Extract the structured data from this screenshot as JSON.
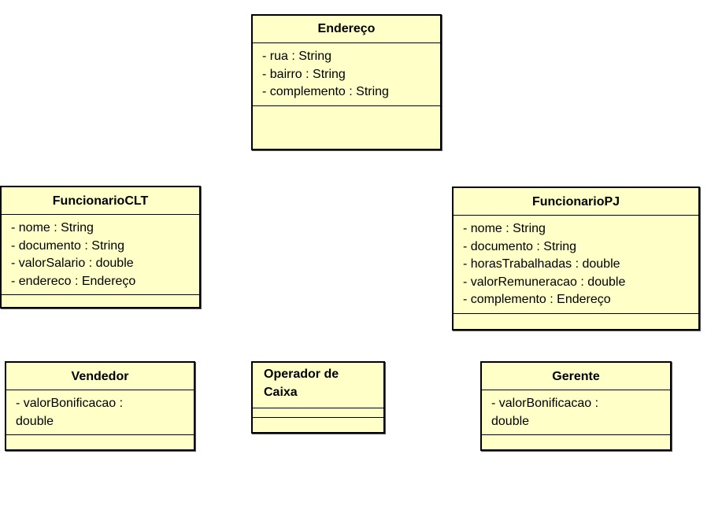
{
  "classes": {
    "endereco": {
      "name": "Endereço",
      "attributes": [
        "- rua : String",
        "- bairro : String",
        "- complemento : String"
      ]
    },
    "funcionario_clt": {
      "name": "FuncionarioCLT",
      "attributes": [
        "- nome : String",
        "- documento : String",
        "- valorSalario : double",
        "- endereco : Endereço"
      ]
    },
    "funcionario_pj": {
      "name": "FuncionarioPJ",
      "attributes": [
        "- nome : String",
        "- documento : String",
        "- horasTrabalhadas : double",
        "- valorRemuneracao : double",
        "- complemento : Endereço"
      ]
    },
    "vendedor": {
      "name": "Vendedor",
      "attributes": [
        "- valorBonificacao : double"
      ]
    },
    "operador_caixa": {
      "name": "Operador de Caixa",
      "attributes": []
    },
    "gerente": {
      "name": "Gerente",
      "attributes": [
        "- valorBonificacao : double"
      ]
    }
  },
  "colors": {
    "class_fill": "#ffffc8",
    "border": "#000000",
    "background": "#ffffff"
  }
}
